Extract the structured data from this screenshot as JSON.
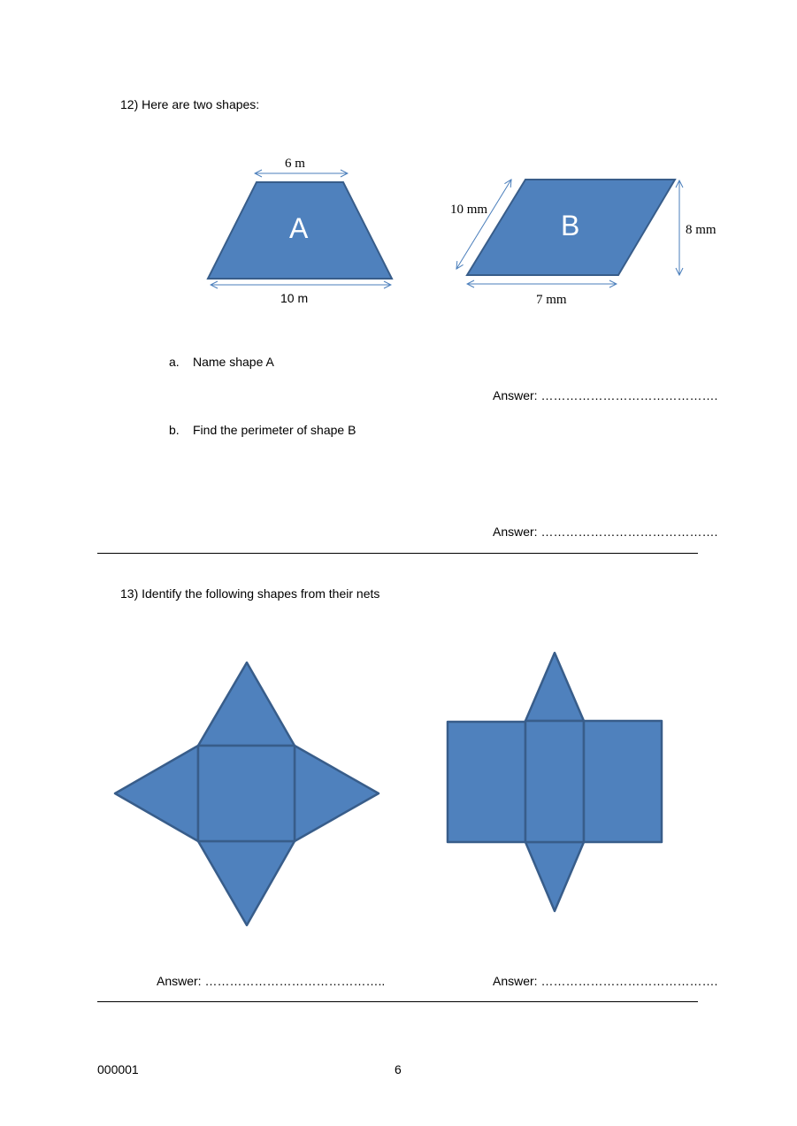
{
  "q12": {
    "title": "12) Here are two shapes:",
    "shape_a": {
      "letter": "A",
      "top_label": "6 m",
      "bottom_label": "10 m"
    },
    "shape_b": {
      "letter": "B",
      "slant_label": "10 mm",
      "height_label": "8 mm",
      "base_label": "7 mm"
    },
    "part_a": {
      "marker": "a.",
      "text": "Name shape A",
      "answer": "Answer: ……………………………………."
    },
    "part_b": {
      "marker": "b.",
      "text": "Find the perimeter of shape B",
      "answer": "Answer: ……………………………………."
    }
  },
  "q13": {
    "title": "13) Identify the following shapes from their nets",
    "answer_left": "Answer: ……………………………………..",
    "answer_right": "Answer: ……………………………………."
  },
  "footer": {
    "code": "000001",
    "page": "6"
  },
  "colors": {
    "shape_fill": "#4f81bd",
    "shape_stroke": "#385d8a",
    "arrow": "#4a7ebb"
  }
}
